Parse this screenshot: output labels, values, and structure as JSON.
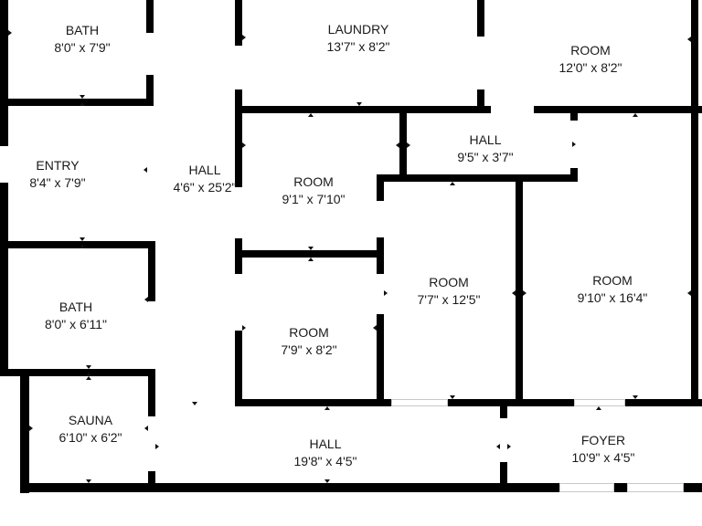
{
  "rooms": {
    "bath_top": {
      "name": "BATH",
      "dim": "8'0\" x 7'9\""
    },
    "laundry": {
      "name": "LAUNDRY",
      "dim": "13'7\" x 8'2\""
    },
    "room_top_right": {
      "name": "ROOM",
      "dim": "12'0\" x 8'2\""
    },
    "hall_small": {
      "name": "HALL",
      "dim": "9'5\" x 3'7\""
    },
    "entry": {
      "name": "ENTRY",
      "dim": "8'4\" x 7'9\""
    },
    "hall_vertical": {
      "name": "HALL",
      "dim": "4'6\" x 25'2\""
    },
    "room_mid": {
      "name": "ROOM",
      "dim": "9'1\" x 7'10\""
    },
    "room_center": {
      "name": "ROOM",
      "dim": "7'7\" x 12'5\""
    },
    "room_right": {
      "name": "ROOM",
      "dim": "9'10\" x 16'4\""
    },
    "bath_lower": {
      "name": "BATH",
      "dim": "8'0\" x 6'11\""
    },
    "room_lower": {
      "name": "ROOM",
      "dim": "7'9\" x 8'2\""
    },
    "sauna": {
      "name": "SAUNA",
      "dim": "6'10\" x 6'2\""
    },
    "hall_bottom": {
      "name": "HALL",
      "dim": "19'8\" x 4'5\""
    },
    "foyer": {
      "name": "FOYER",
      "dim": "10'9\" x 4'5\""
    }
  }
}
